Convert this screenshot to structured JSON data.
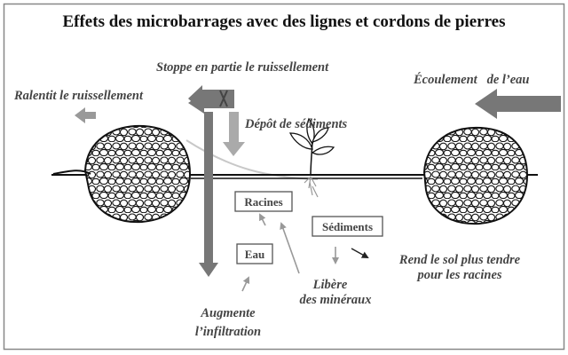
{
  "title": "Effets des microbarrages avec des lignes et cordons de pierres",
  "labels": {
    "stoppe": "Stoppe en partie le ruissellement",
    "ralentit": "Ralentit le ruissellement",
    "ecoulement": "Écoulement   de l’eau",
    "depot": "Dépôt de sédiments",
    "rend_line1": "Rend le sol plus tendre",
    "rend_line2": "pour les racines",
    "libere_line1": "Libère",
    "libere_line2": "des minéraux",
    "augmente_line1": "Augmente",
    "augmente_line2": "l’infiltration"
  },
  "boxes": {
    "racines": "Racines",
    "sediments": "Sédiments",
    "eau": "Eau"
  },
  "colors": {
    "frame": "#888888",
    "arrow_dark": "#777777",
    "arrow_light": "#aaaaaa",
    "text": "#444444",
    "ground": "#111111"
  }
}
